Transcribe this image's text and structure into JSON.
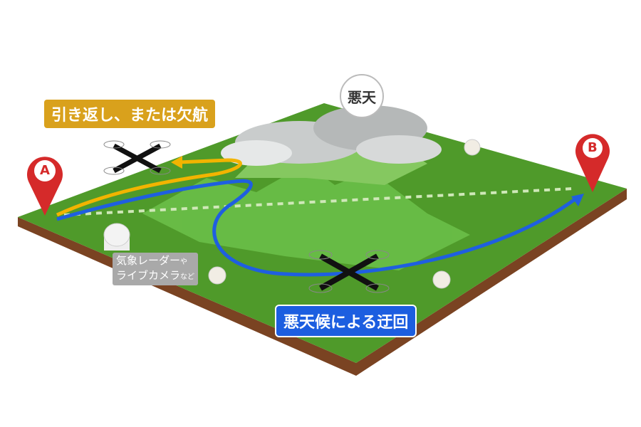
{
  "weather_label": "悪天",
  "return_label": "引き返し、または欠航",
  "detour_label": "悪天候による迂回",
  "radar_label": {
    "line1": "気象レーダー",
    "line1_small": "や",
    "line2": "ライブカメラ",
    "line2_small": "など"
  },
  "point_a": "A",
  "point_b": "B",
  "colors": {
    "ground": "#4f9a2a",
    "soil": "#7a4322",
    "route_blue": "#1f5fe0",
    "route_yellow": "#f2b400",
    "pin": "#d52a2a"
  }
}
